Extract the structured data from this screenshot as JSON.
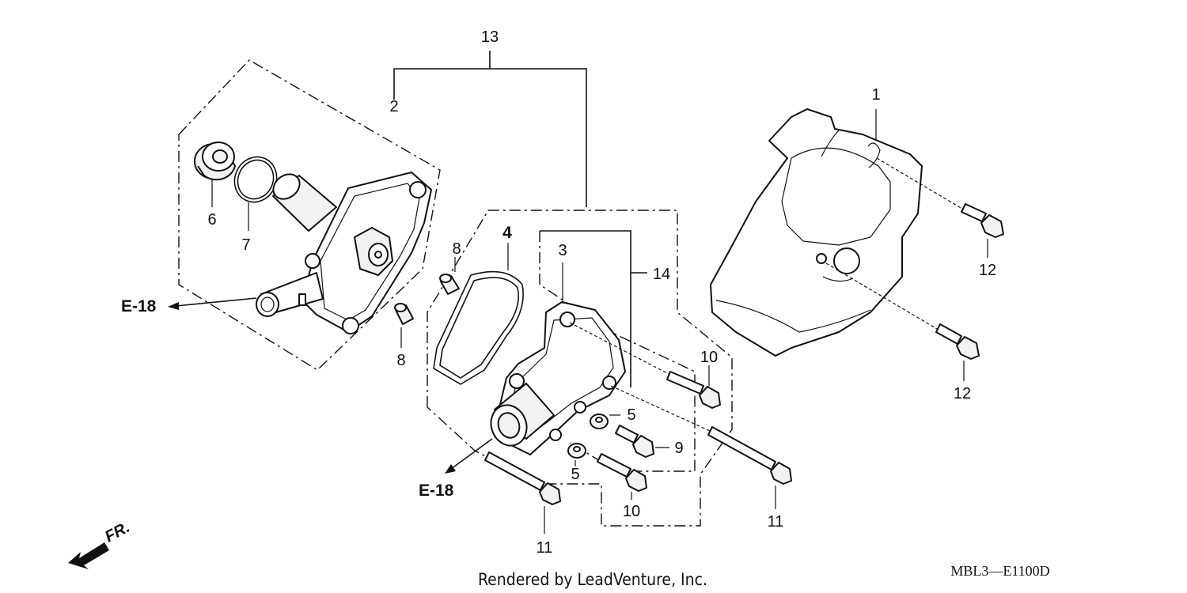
{
  "callouts": {
    "c1": "1",
    "c2": "2",
    "c3": "3",
    "c4": "4",
    "c5a": "5",
    "c5b": "5",
    "c6": "6",
    "c7": "7",
    "c8a": "8",
    "c8b": "8",
    "c9": "9",
    "c10a": "10",
    "c10b": "10",
    "c11a": "11",
    "c11b": "11",
    "c12a": "12",
    "c12b": "12",
    "c13": "13",
    "c14": "14"
  },
  "references": {
    "e18_left": "E-18",
    "e18_bottom": "E-18"
  },
  "direction_label": "FR.",
  "credit": "Rendered by LeadVenture, Inc.",
  "diagram_code": "MBL3—E1100D"
}
